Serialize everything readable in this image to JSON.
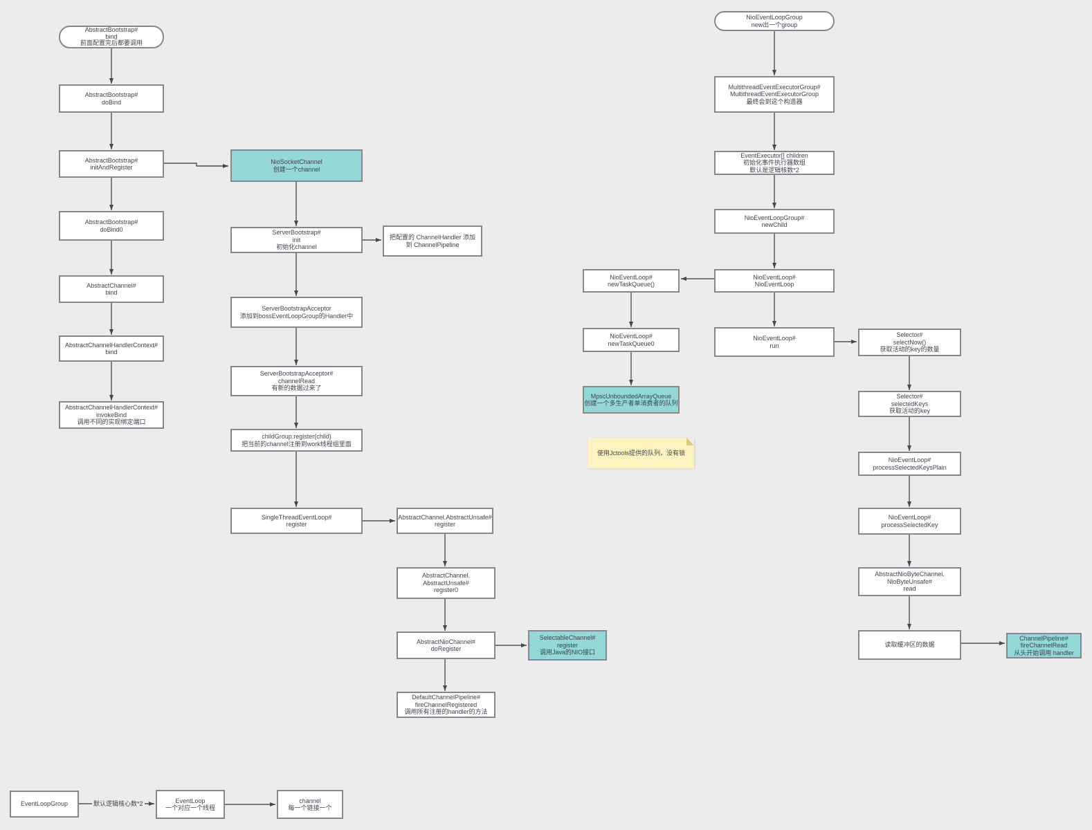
{
  "diagram": {
    "colors": {
      "background": "#ececec",
      "node_fill": "#ffffff",
      "node_border": "#82888f",
      "accent_fill": "#93d7d6",
      "note_fill": "#fbf3c0",
      "text": "#3f444c"
    },
    "nodes": {
      "ab_bind": "AbstractBootstrap#\nbind\n前面配置完后都要调用",
      "ab_dobind": "AbstractBootstrap#\ndoBind",
      "ab_initandregister": "AbstractBootstrap#\ninitAndRegister",
      "ab_dobind0": "AbstractBootstrap#\ndoBind0",
      "ac_bind": "AbstractChannel#\nbind",
      "achc_bind": "AbstractChannelHandlerContext#\nbind",
      "achc_invokebind": "AbstractChannelHandlerContext#\ninvokeBind\n调用不同的实现绑定端口",
      "niosocketchannel": "NioSocketChannel\n创建一个channel",
      "sb_init": "ServerBootstrap#\ninit\n初始化channel",
      "add_channelhandler": "把配置的 ChannelHandler 添加\n到 ChannelPipeline",
      "sb_acceptor": "ServerBootstrapAcceptor\n添加到bossEventLoopGroup的Handler中",
      "sba_channelread": "ServerBootstrapAcceptor#\nchannelRead\n有新的数据过来了",
      "childgroup_register": "childGroup.register(child)\n把当前的channel注册到work线程组里面",
      "stel_register": "SingleThreadEventLoop#\nregister",
      "acau_register": "AbstractChannel.AbstractUnsafe#\nregister",
      "acau_register0": "AbstractChannel.\nAbstractUnsafe#\nregister0",
      "anc_doregister": "AbstractNioChannel#\ndoRegister",
      "selectablechannel_register": "SelectableChannel#\nregister\n调用Java的NIO接口",
      "dcp_firechannelregistered": "DefaultChannelPipeline#\nfireChannelRegistered\n调用所有注册的handler的方法",
      "nioeventloopgroup": "NioEventLoopGroup\nnew出一个group",
      "mteg": "MultithreadEventExecutorGroup#\nMultithreadEventExecutorGroup\n最终会到这个构造器",
      "eventexecutor_children": "EventExecutor[] children\n初始化事件执行器数组\n默认是逻辑核数*2",
      "nelg_newchild": "NioEventLoopGroup#\nnewChild",
      "nel_nioeventloop": "NioEventLoop#\nNioEventLoop",
      "nel_newtaskqueue": "NioEventLoop#\nnewTaskQueue()",
      "nel_newtaskqueue0": "NioEventLoop#\nnewTaskQueue0",
      "mpsc_queue": "MpscUnboundedArrayQueue\n创建一个多生产者单消费者的队列",
      "note_jctools": "使用Jctools提供的队列，没有锁",
      "nel_run": "NioEventLoop#\nrun",
      "selector_selectnow": "Selector#\nselectNow()\n获取活动的key的数量",
      "selector_selectedkeys": "Selector#\nselectedKeys\n获取活动的key",
      "nel_processselectedkeysplain": "NioEventLoop#\nprocessSelectedKeysPlain",
      "nel_processselectedkey": "NioEventLoop#\nprocessSelectedKey",
      "anbc_read": "AbstractNioByteChannel.\nNioByteUnsafe#\nread",
      "read_buffer": "读取缓冲区的数据",
      "cp_firechannelread": "ChannelPipeline#\nfireChannelRead\n从头开始调用 handler",
      "eventloopgroup": "EventLoopGroup",
      "eventloop": "EventLoop\n一个对应一个线程",
      "channel": "channel\n每一个链接一个"
    },
    "edge_labels": {
      "eventloopgroup_eventloop": "默认逻辑核心数*2"
    }
  }
}
